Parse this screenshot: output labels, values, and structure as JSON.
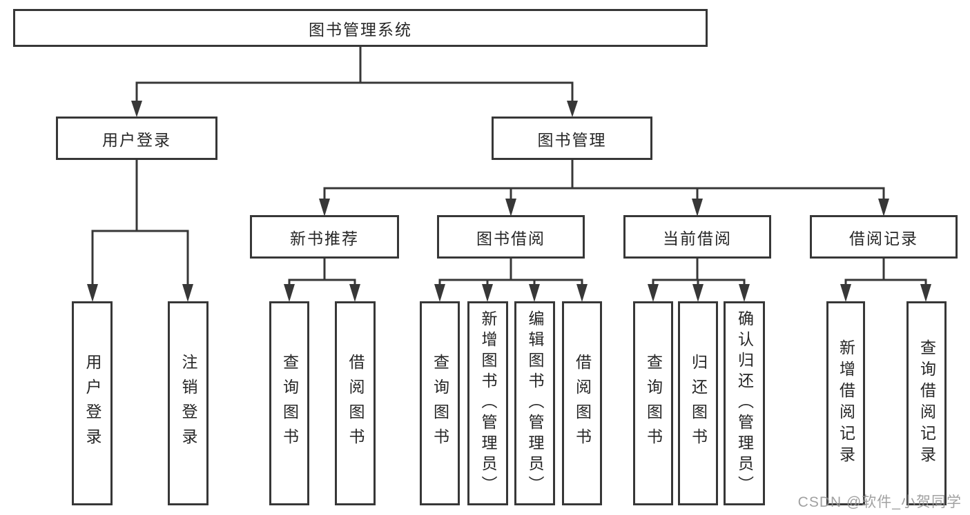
{
  "nodes": {
    "root": "图书管理系统",
    "user_login": "用户登录",
    "book_management": "图书管理",
    "new_book_recommend": "新书推荐",
    "book_borrow": "图书借阅",
    "current_borrow": "当前借阅",
    "borrow_records": "借阅记录",
    "leaf_user_login": "用户登录",
    "leaf_logout": "注销登录",
    "leaf_recommend_query_books": "查询图书",
    "leaf_recommend_borrow_books": "借阅图书",
    "leaf_borrow_query_books": "查询图书",
    "leaf_borrow_add_books": "新增图书（管理员）",
    "leaf_borrow_edit_books": "编辑图书（管理员）",
    "leaf_borrow_borrow_books": "借阅图书",
    "leaf_current_query_books": "查询图书",
    "leaf_current_return_books": "归还图书",
    "leaf_current_confirm_return": "确认归还（管理员）",
    "leaf_records_add_record": "新增借阅记录",
    "leaf_records_query_record": "查询借阅记录"
  },
  "structure": {
    "图书管理系统": [
      "用户登录",
      "图书管理"
    ],
    "用户登录": [
      "用户登录",
      "注销登录"
    ],
    "图书管理": [
      "新书推荐",
      "图书借阅",
      "当前借阅",
      "借阅记录"
    ],
    "新书推荐": [
      "查询图书",
      "借阅图书"
    ],
    "图书借阅": [
      "查询图书",
      "新增图书（管理员）",
      "编辑图书（管理员）",
      "借阅图书"
    ],
    "当前借阅": [
      "查询图书",
      "归还图书",
      "确认归还（管理员）"
    ],
    "借阅记录": [
      "新增借阅记录",
      "查询借阅记录"
    ]
  },
  "watermark": "CSDN @软件_小贺同学",
  "colors": {
    "line": "#373737",
    "box_border": "#373737",
    "text": "#262626",
    "watermark": "#949494",
    "background": "#ffffff"
  }
}
